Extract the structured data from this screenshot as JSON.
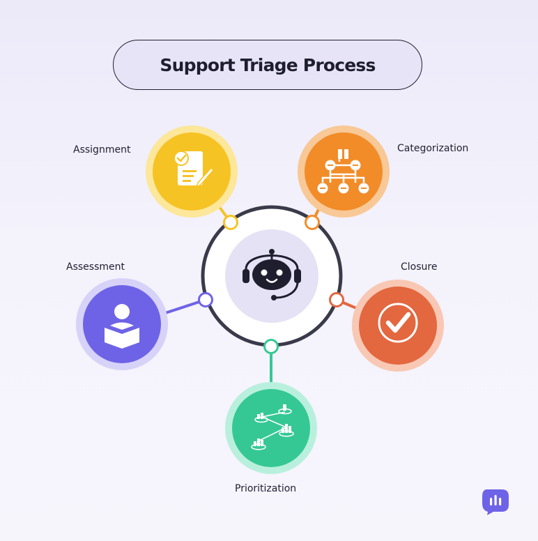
{
  "title": "Support Triage Process",
  "nodes": {
    "assignment": {
      "label": "Assignment",
      "color": "#F6C325",
      "ring": "#FCE79A"
    },
    "categorization": {
      "label": "Categorization",
      "color": "#F28C28",
      "ring": "#F8C896"
    },
    "assessment": {
      "label": "Assessment",
      "color": "#6E63E6",
      "ring": "#D7D2F8"
    },
    "closure": {
      "label": "Closure",
      "color": "#E3673F",
      "ring": "#F8C8B4"
    },
    "prioritization": {
      "label": "Prioritization",
      "color": "#35C895",
      "ring": "#B9F0DD"
    }
  },
  "hub": {
    "icon": "support-robot-icon"
  },
  "colors": {
    "dark": "#1E1E2F",
    "brand": "#6E63E6"
  }
}
